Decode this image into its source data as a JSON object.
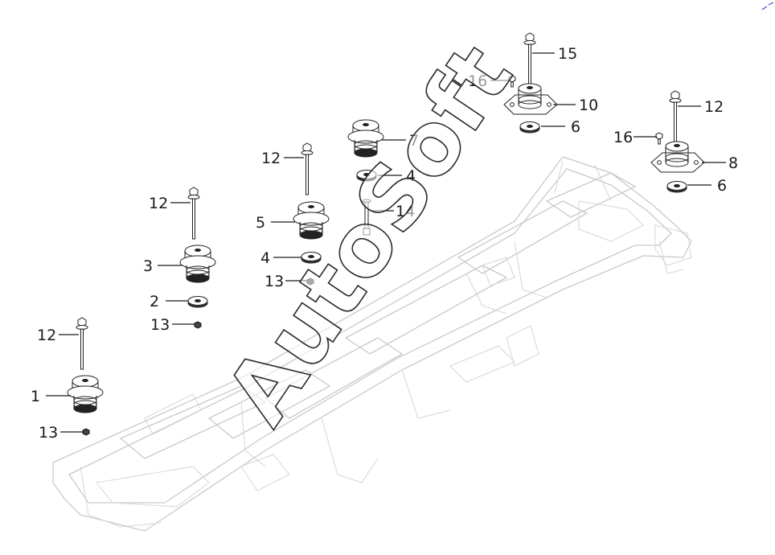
{
  "watermark": "AutoSoft",
  "callouts": [
    {
      "id": "c1",
      "label": "1"
    },
    {
      "id": "c2",
      "label": "2"
    },
    {
      "id": "c3",
      "label": "3"
    },
    {
      "id": "c4a",
      "label": "4"
    },
    {
      "id": "c4b",
      "label": "4"
    },
    {
      "id": "c5",
      "label": "5"
    },
    {
      "id": "c6a",
      "label": "6"
    },
    {
      "id": "c6b",
      "label": "6"
    },
    {
      "id": "c7",
      "label": "7"
    },
    {
      "id": "c8",
      "label": "8"
    },
    {
      "id": "c10",
      "label": "10"
    },
    {
      "id": "c12a",
      "label": "12"
    },
    {
      "id": "c12b",
      "label": "12"
    },
    {
      "id": "c12c",
      "label": "12"
    },
    {
      "id": "c12d",
      "label": "12"
    },
    {
      "id": "c13a",
      "label": "13"
    },
    {
      "id": "c13b",
      "label": "13"
    },
    {
      "id": "c13c",
      "label": "13"
    },
    {
      "id": "c14",
      "label": "14"
    },
    {
      "id": "c15",
      "label": "15"
    },
    {
      "id": "c16a",
      "label": "16"
    },
    {
      "id": "c16b",
      "label": "16"
    }
  ]
}
